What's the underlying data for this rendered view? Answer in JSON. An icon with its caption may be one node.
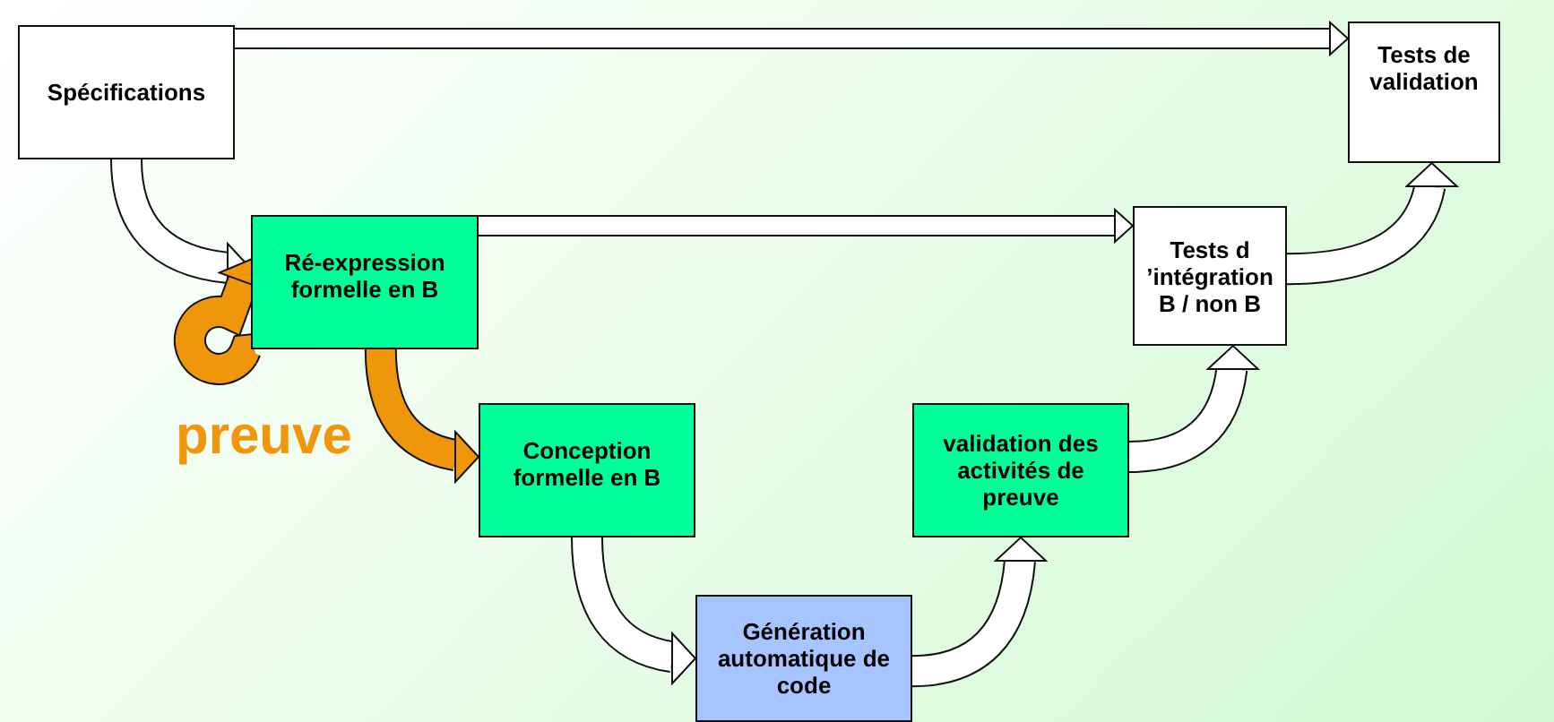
{
  "diagram": {
    "nodes": [
      {
        "text": [
          "Spécifications"
        ]
      },
      {
        "text": [
          "Tests de validation"
        ]
      },
      {
        "text": [
          "Ré-expression formelle en B"
        ]
      },
      {
        "text": [
          "Tests d ’intégration B / non B"
        ]
      },
      {
        "text": [
          "Conception formelle en B"
        ]
      },
      {
        "text": [
          "validation des activités de preuve"
        ]
      },
      {
        "text": [
          "Génération automatique de code"
        ]
      }
    ],
    "edges": [
      {
        "from": 0,
        "to": 1,
        "arrow": "to"
      },
      {
        "from": 0,
        "to": 2,
        "arrow": "to"
      },
      {
        "from": 2,
        "to": 2,
        "arrow": "to",
        "label": "preuve",
        "color": "#f0960a"
      },
      {
        "from": 2,
        "to": 3,
        "arrow": "to"
      },
      {
        "from": 2,
        "to": 4,
        "arrow": "to",
        "color": "#f0960a"
      },
      {
        "from": 4,
        "to": 6,
        "arrow": "to"
      },
      {
        "from": 6,
        "to": 5,
        "arrow": "to"
      },
      {
        "from": 5,
        "to": 3,
        "arrow": "to"
      },
      {
        "from": 3,
        "to": 1,
        "arrow": "to"
      }
    ]
  }
}
